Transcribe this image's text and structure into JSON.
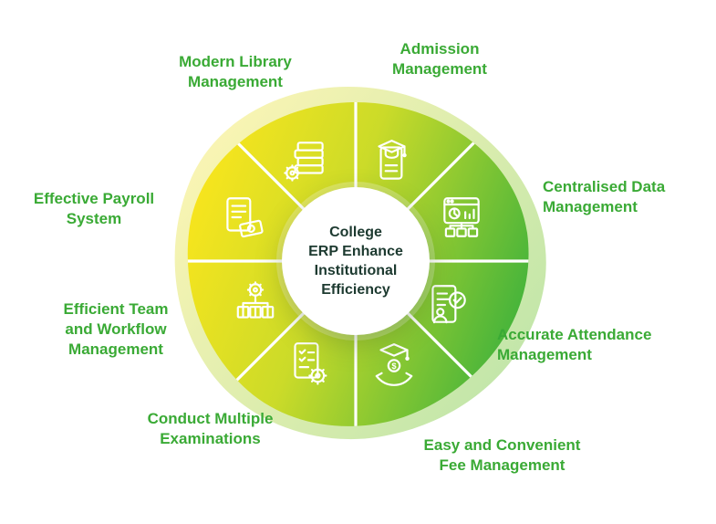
{
  "diagram": {
    "center_title": "College\nERP Enhance\nInstitutional\nEfficiency",
    "labels": [
      {
        "id": "modern-library",
        "text": "Modern Library\nManagement"
      },
      {
        "id": "admission",
        "text": "Admission\nManagement"
      },
      {
        "id": "centralised-data",
        "text": "Centralised Data\nManagement"
      },
      {
        "id": "accurate-attendance",
        "text": "Accurate Attendance\nManagement"
      },
      {
        "id": "fee-management",
        "text": "Easy and Convenient\nFee Management"
      },
      {
        "id": "examinations",
        "text": "Conduct Multiple\nExaminations"
      },
      {
        "id": "team-workflow",
        "text": "Efficient Team\nand Workflow\nManagement"
      },
      {
        "id": "payroll",
        "text": "Effective Payroll\nSystem"
      }
    ],
    "icons": [
      "library-books-icon",
      "admission-document-cap-icon",
      "data-dashboard-icon",
      "attendance-checklist-icon",
      "fee-hand-cap-icon",
      "exam-checklist-gear-icon",
      "workflow-gear-boxes-icon",
      "payroll-document-money-icon"
    ],
    "colors": {
      "label_green": "#3aaa35",
      "center_text": "#1d3a30",
      "blob_yellow": "#f8e51d",
      "blob_mid": "#cbdb29",
      "blob_green": "#3fb23c",
      "halo_yellow": "#f6ec75",
      "halo_green": "#8ed163",
      "divider": "#ffffff"
    }
  }
}
